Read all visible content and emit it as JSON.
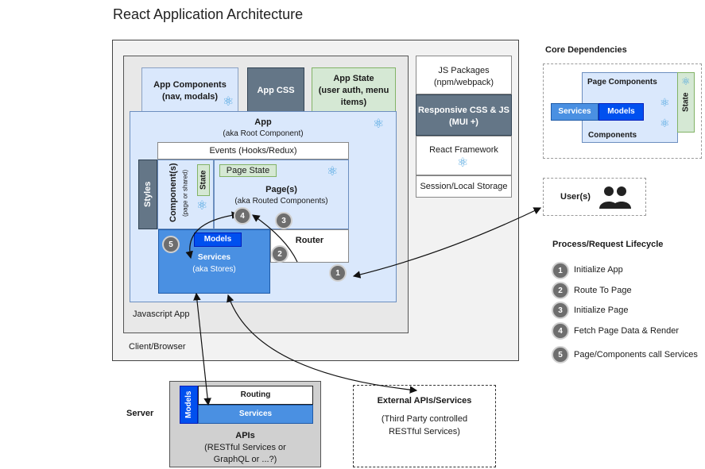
{
  "title": "React Application Architecture",
  "client": {
    "label": "Client/Browser"
  },
  "jsapp": {
    "label": "Javascript App"
  },
  "app_components": {
    "line1": "App Components",
    "line2": "(nav, modals)"
  },
  "app_css": "App CSS",
  "app_state": {
    "line1": "App State",
    "line2": "(user auth, menu",
    "line3": "items)"
  },
  "app": {
    "line1": "App",
    "line2": "(aka Root Component)"
  },
  "events": "Events (Hooks/Redux)",
  "styles": "Styles",
  "components": {
    "label": "Component(s)",
    "sub": "(page or shared)",
    "state": "State"
  },
  "page_state": "Page State",
  "pages": {
    "line1": "Page(s)",
    "line2": "(aka Routed Components)"
  },
  "models": "Models",
  "services": {
    "line1": "Services",
    "line2": "(aka Stores)"
  },
  "router": "Router",
  "right_stack": {
    "js_packages": {
      "line1": "JS Packages",
      "line2": "(npm/webpack)"
    },
    "responsive": {
      "line1": "Responsive CSS & JS",
      "line2": "(MUI +)"
    },
    "react_framework": "React Framework",
    "storage": "Session/Local Storage"
  },
  "core_deps": {
    "title": "Core Dependencies",
    "page_components": "Page Components",
    "state": "State",
    "services": "Services",
    "models": "Models",
    "components": "Components"
  },
  "users": "User(s)",
  "lifecycle": {
    "title": "Process/Request Lifecycle",
    "steps": [
      {
        "n": "1",
        "label": "Initialize App"
      },
      {
        "n": "2",
        "label": "Route To Page"
      },
      {
        "n": "3",
        "label": "Initialize Page"
      },
      {
        "n": "4",
        "label": "Fetch Page Data & Render"
      },
      {
        "n": "5",
        "label": "Page/Components call Services"
      }
    ]
  },
  "markers": {
    "one": "1",
    "two": "2",
    "three": "3",
    "four": "4",
    "five": "5"
  },
  "server": {
    "label": "Server",
    "routing": "Routing",
    "services": "Services",
    "models": "Models",
    "apis": {
      "line1": "APIs",
      "line2": "(RESTful Services or",
      "line3": "GraphQL or ...?)"
    }
  },
  "external": {
    "line1": "External  APIs/Services",
    "line2": "(Third Party controlled",
    "line3": "RESTful Services)"
  },
  "icons": {
    "react": "react-logo-icon",
    "users": "users-icon"
  },
  "colors": {
    "blue_light": "#dae8fc",
    "slate": "#647687",
    "green": "#d5e8d4",
    "service_blue": "#4a90e2",
    "model_blue": "#0050ef"
  }
}
